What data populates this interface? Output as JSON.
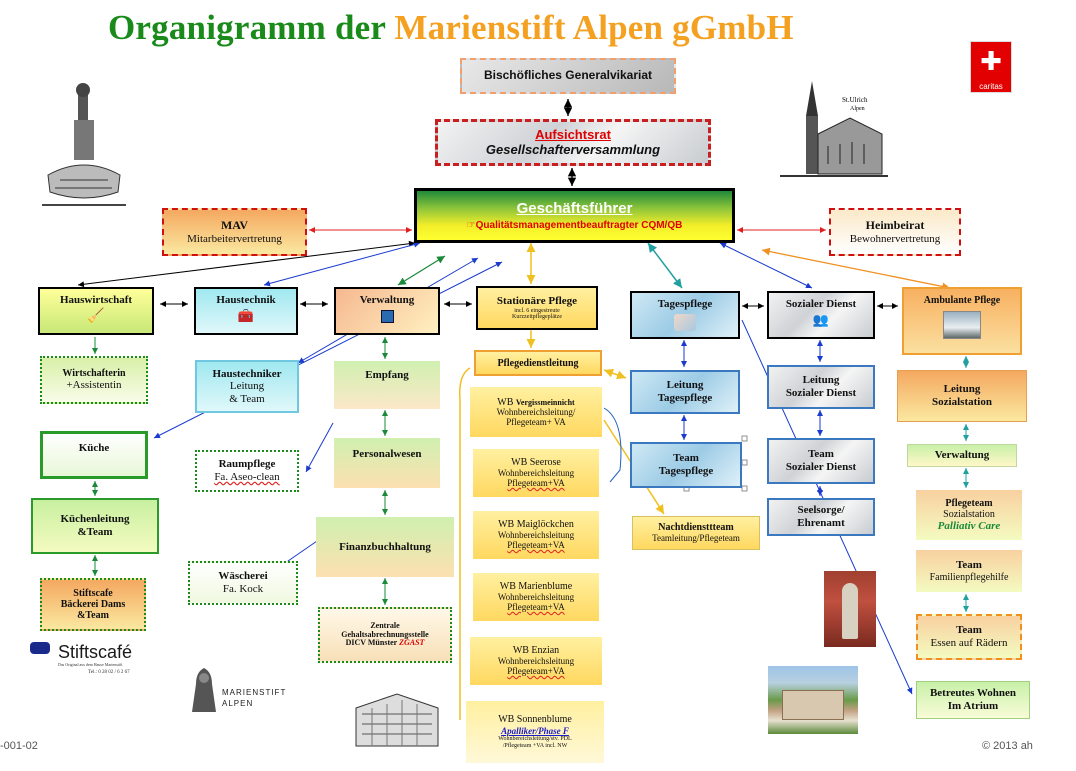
{
  "title": {
    "part1": "Organigramm der",
    "part2": "Marienstift Alpen gGmbH"
  },
  "colors": {
    "title_green": "#1a8a1a",
    "title_orange": "#f4a020",
    "accent_red": "#e00000"
  },
  "top": {
    "generalvikariat": "Bischöfliches Generalvikariat",
    "aufsichtsrat": "Aufsichtsrat",
    "gesellschafter": "Gesellschafterversammlung",
    "geschaeftsfuehrer": "Geschäftsführer",
    "qm": "☞Qualitätsmanagementbeauftragter CQM/QB",
    "mav": "MAV",
    "mav_sub": "Mitarbeitervertretung",
    "heimbeirat": "Heimbeirat",
    "heimbeirat_sub": "Bewohnervertretung"
  },
  "columns": {
    "hauswirtschaft": {
      "head": "Hauswirtschaft",
      "wirtschafterin1": "Wirtschafterin",
      "wirtschafterin2": "+Assistentin",
      "kueche": "Küche",
      "kuechenleitung1": "Küchenleitung",
      "kuechenleitung2": "&Team",
      "stiftscafe1": "Stiftscafe",
      "stiftscafe2": "Bäckerei Dams",
      "stiftscafe3": "&Team"
    },
    "haustechnik": {
      "head": "Haustechnik",
      "haustechniker": "Haustechniker",
      "leitung": "Leitung",
      "team": "& Team",
      "raumpflege": "Raumpflege",
      "raumpflege_fa": "Fa. Aseo-clean",
      "waescherei": "Wäscherei",
      "waescherei_fa": "Fa. Kock"
    },
    "verwaltung": {
      "head": "Verwaltung",
      "empfang": "Empfang",
      "personalwesen": "Personalwesen",
      "finanzbuchhaltung": "Finanzbuchhaltung",
      "zgast1": "Zentrale",
      "zgast2": "Gehaltsabrechnungsstelle",
      "zgast3": "DICV Münster",
      "zgast4": "ZGAST"
    },
    "stationaer": {
      "head": "Stationäre Pflege",
      "head_sub1": "incl. 6 eingestreute",
      "head_sub2": "Kurzzeitpflegeplätze",
      "pdl": "Pflegedienstleitung",
      "wb1_a": "WB",
      "wb1_b": "Vergissmeinnicht",
      "wb1_c": "Wohnbereichsleitung/",
      "wb1_d": "Pflegeteam+ VA",
      "wb2_a": "WB Seerose",
      "wb2_b": "Wohnbereichsleitung",
      "wb2_c": "Pflegeteam+VA",
      "wb3_a": "WB Maiglöckchen",
      "wb3_b": "Wohnbereichsleitung",
      "wb3_c": "Pflegeteam+VA",
      "wb4_a": "WB Marienblume",
      "wb4_b": "Wohnbereichsleitung",
      "wb4_c": "Pflegeteam+VA",
      "wb5_a": "WB Enzian",
      "wb5_b": "Wohnbereichsleitung",
      "wb5_c": "Pflegeteam+VA",
      "wb6_a": "WB Sonnenblume",
      "wb6_b": "Apalliker/Phase F",
      "wb6_c": "Wohnbereichsleitung/stv. PDL",
      "wb6_d": "/Pflegeteam +VA incl. NW",
      "nacht1": "Nachtdiensttteam",
      "nacht2": "Teamleitung/Pflegeteam"
    },
    "tagespflege": {
      "head": "Tagespflege",
      "leitung1": "Leitung",
      "leitung2": "Tagespflege",
      "team1": "Team",
      "team2": "Tagespflege"
    },
    "sozial": {
      "head": "Sozialer Dienst",
      "leitung1": "Leitung",
      "leitung2": "Sozialer Dienst",
      "team1": "Team",
      "team2": "Sozialer Dienst",
      "seelsorge1": "Seelsorge/",
      "seelsorge2": "Ehrenamt"
    },
    "ambulant": {
      "head": "Ambulante Pflege",
      "leitung1": "Leitung",
      "leitung2": "Sozialstation",
      "verwaltung": "Verwaltung",
      "pflegeteam1": "Pflegeteam",
      "pflegeteam2": "Sozialstation",
      "pflegeteam3": "Palliativ Care",
      "familien1": "Team",
      "familien2": "Familienpflegehilfe",
      "essen1": "Team",
      "essen2": "Essen auf Rädern",
      "betreutes1": "Betreutes Wohnen",
      "betreutes2": "Im Atrium"
    }
  },
  "logos": {
    "caritas": "caritas",
    "stiftscafe": "Stiftscafé",
    "stiftscafe_sub": "Das Original aus dem Hause Marienstift",
    "stiftscafe_tel": "Tel.: 0 28 02 / 6 2 67",
    "marienstift1": "MARIENSTIFT",
    "marienstift2": "ALPEN",
    "church_caption1": "St.Ulrich",
    "church_caption2": "Alpen"
  },
  "footer": {
    "left": "-001-02",
    "right": "© 2013 ah"
  }
}
